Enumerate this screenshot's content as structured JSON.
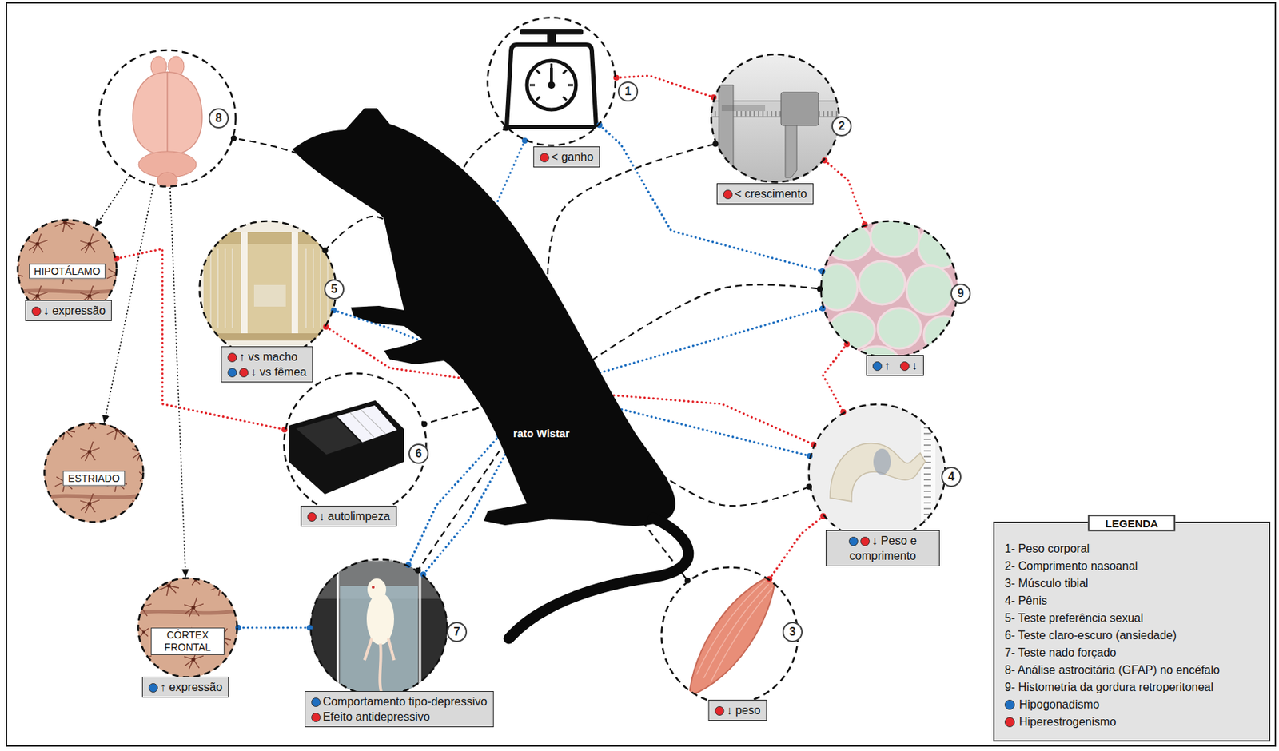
{
  "diagram": {
    "nodes": [
      {
        "text": [
          "8"
        ]
      },
      {
        "text": [
          "1",
          "< ganho"
        ]
      },
      {
        "text": [
          "2",
          "< crescimento"
        ]
      },
      {
        "text": [
          "rato Wistar"
        ]
      },
      {
        "text": [
          "HIPOTÁLAMO",
          "↓ expressão"
        ]
      },
      {
        "text": [
          "5",
          "↑ vs macho",
          "↓ vs fêmea"
        ]
      },
      {
        "text": [
          "9",
          "↑",
          "↓"
        ]
      },
      {
        "text": [
          "6",
          "↓ autolimpeza"
        ]
      },
      {
        "text": [
          "ESTRIADO"
        ]
      },
      {
        "text": [
          "4",
          "↓ Peso e comprimento"
        ]
      },
      {
        "text": [
          "7",
          "Comportamento tipo-depressivo",
          "Efeito antidepressivo"
        ]
      },
      {
        "text": [
          "CÓRTEX FRONTAL",
          "↑ expressão"
        ]
      },
      {
        "text": [
          "3",
          "↓ peso"
        ]
      }
    ],
    "edges": [
      {
        "from": 3,
        "to": 0,
        "arrow": "none"
      },
      {
        "from": 3,
        "to": 1,
        "arrow": "none"
      },
      {
        "from": 3,
        "to": 2,
        "arrow": "none"
      },
      {
        "from": 3,
        "to": 5,
        "arrow": "none"
      },
      {
        "from": 3,
        "to": 6,
        "arrow": "none"
      },
      {
        "from": 3,
        "to": 7,
        "arrow": "none"
      },
      {
        "from": 3,
        "to": 9,
        "arrow": "none"
      },
      {
        "from": 3,
        "to": 10,
        "arrow": "none"
      },
      {
        "from": 3,
        "to": 12,
        "arrow": "none"
      },
      {
        "from": 0,
        "to": 4,
        "arrow": "to"
      },
      {
        "from": 0,
        "to": 8,
        "arrow": "to"
      },
      {
        "from": 0,
        "to": 11,
        "arrow": "to"
      },
      {
        "from": 1,
        "to": 2,
        "arrow": "none"
      },
      {
        "from": 2,
        "to": 6,
        "arrow": "none"
      },
      {
        "from": 6,
        "to": 9,
        "arrow": "none"
      },
      {
        "from": 9,
        "to": 12,
        "arrow": "none"
      },
      {
        "from": 3,
        "to": 9,
        "arrow": "none"
      },
      {
        "from": 4,
        "to": 7,
        "arrow": "none"
      },
      {
        "from": 5,
        "to": 3,
        "arrow": "none"
      },
      {
        "from": 1,
        "to": 3,
        "arrow": "none"
      },
      {
        "from": 1,
        "to": 6,
        "arrow": "none"
      },
      {
        "from": 3,
        "to": 6,
        "arrow": "none"
      },
      {
        "from": 3,
        "to": 9,
        "arrow": "none"
      },
      {
        "from": 5,
        "to": 3,
        "arrow": "none"
      },
      {
        "from": 3,
        "to": 10,
        "arrow": "none"
      },
      {
        "from": 3,
        "to": 10,
        "arrow": "none"
      },
      {
        "from": 10,
        "to": 11,
        "arrow": "none"
      }
    ],
    "labels": [
      "LEGENDA"
    ],
    "legend": [
      {
        "text": "1- Peso corporal"
      },
      {
        "text": "2- Comprimento nasoanal"
      },
      {
        "text": "3- Músculo tibial"
      },
      {
        "text": "4- Pênis"
      },
      {
        "text": "5- Teste preferência sexual"
      },
      {
        "text": "6- Teste claro-escuro (ansiedade)"
      },
      {
        "text": "7- Teste nado forçado"
      },
      {
        "text": "8- Análise astrocitária (GFAP) no encéfalo"
      },
      {
        "text": "9- Histometria da gordura retroperitoneal"
      },
      {
        "text": "Hipogonadismo",
        "color": "#1f6fc0"
      },
      {
        "text": "Hiperestrogenismo",
        "color": "#e3262b"
      }
    ]
  }
}
